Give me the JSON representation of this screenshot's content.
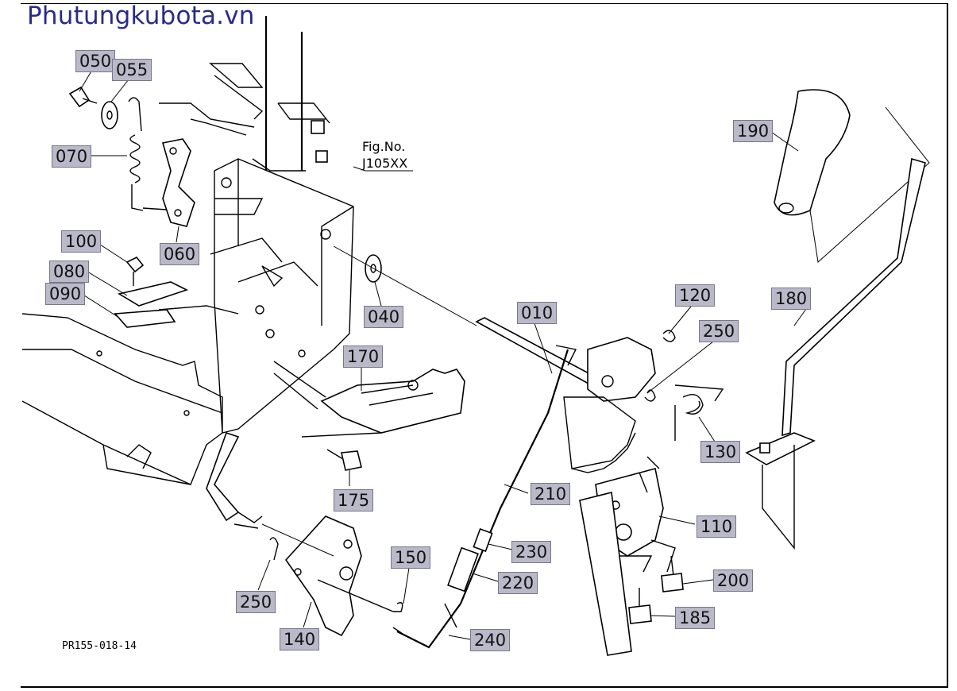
{
  "watermark": "Phutungkubota.vn",
  "drawing_code": "PR155-018-14",
  "figure_reference": {
    "line1": "Fig.No.",
    "line2": "J105XX"
  },
  "callouts": {
    "p050": "050",
    "p055": "055",
    "p070": "070",
    "p060": "060",
    "p100": "100",
    "p080": "080",
    "p090": "090",
    "p040": "040",
    "p170": "170",
    "p175": "175",
    "p010": "010",
    "p120": "120",
    "p250a": "250",
    "p130": "130",
    "p190": "190",
    "p180": "180",
    "p210": "210",
    "p110": "110",
    "p230": "230",
    "p150": "150",
    "p220": "220",
    "p200": "200",
    "p250b": "250",
    "p185": "185",
    "p140": "140",
    "p240": "240"
  }
}
